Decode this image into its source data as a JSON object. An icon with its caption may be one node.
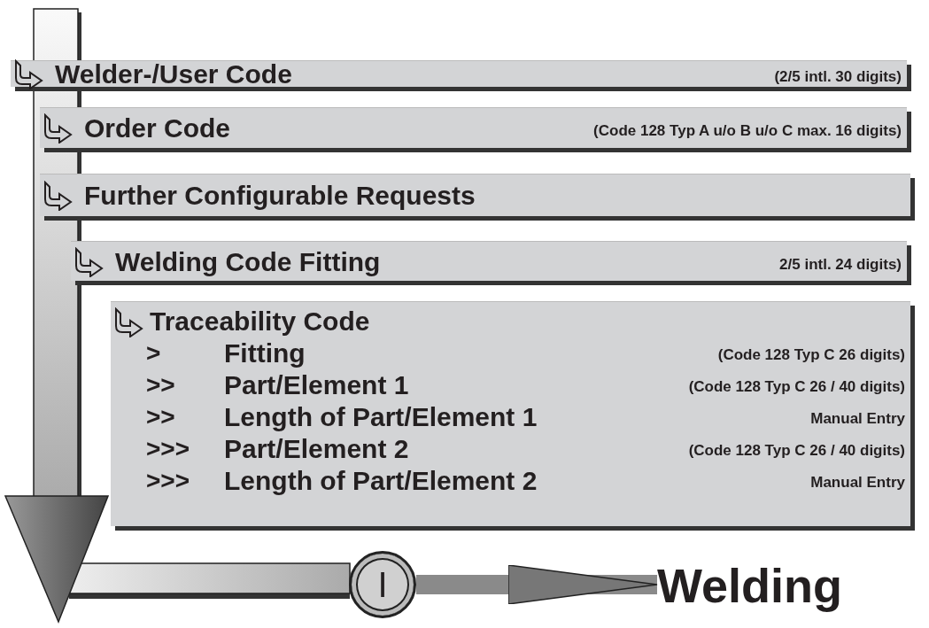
{
  "diagram": {
    "nodes": [
      {
        "text": [
          "Welder-/User Code",
          "(2/5 intl. 30 digits)"
        ]
      },
      {
        "text": [
          "Order Code",
          "(Code 128 Typ A u/o B u/o C max. 16 digits)"
        ]
      },
      {
        "text": [
          "Further Configurable Requests"
        ]
      },
      {
        "text": [
          "Welding Code Fitting",
          "2/5 intl. 24 digits)"
        ]
      },
      {
        "text": [
          "Traceability Code",
          ">",
          "Fitting",
          "(Code 128 Typ C 26 digits)",
          ">>",
          "Part/Element 1",
          "(Code 128 Typ C 26 / 40 digits)",
          ">>",
          "Length of Part/Element 1",
          "Manual Entry",
          ">>>",
          "Part/Element 2",
          "(Code 128 Typ C 26 / 40 digits)",
          ">>>",
          "Length of Part/Element 2",
          "Manual Entry"
        ]
      },
      {
        "text": [
          "I"
        ]
      },
      {
        "text": [
          "Welding"
        ]
      }
    ],
    "edges": [
      {
        "from": 5,
        "to": 6,
        "arrow": "to"
      }
    ]
  }
}
